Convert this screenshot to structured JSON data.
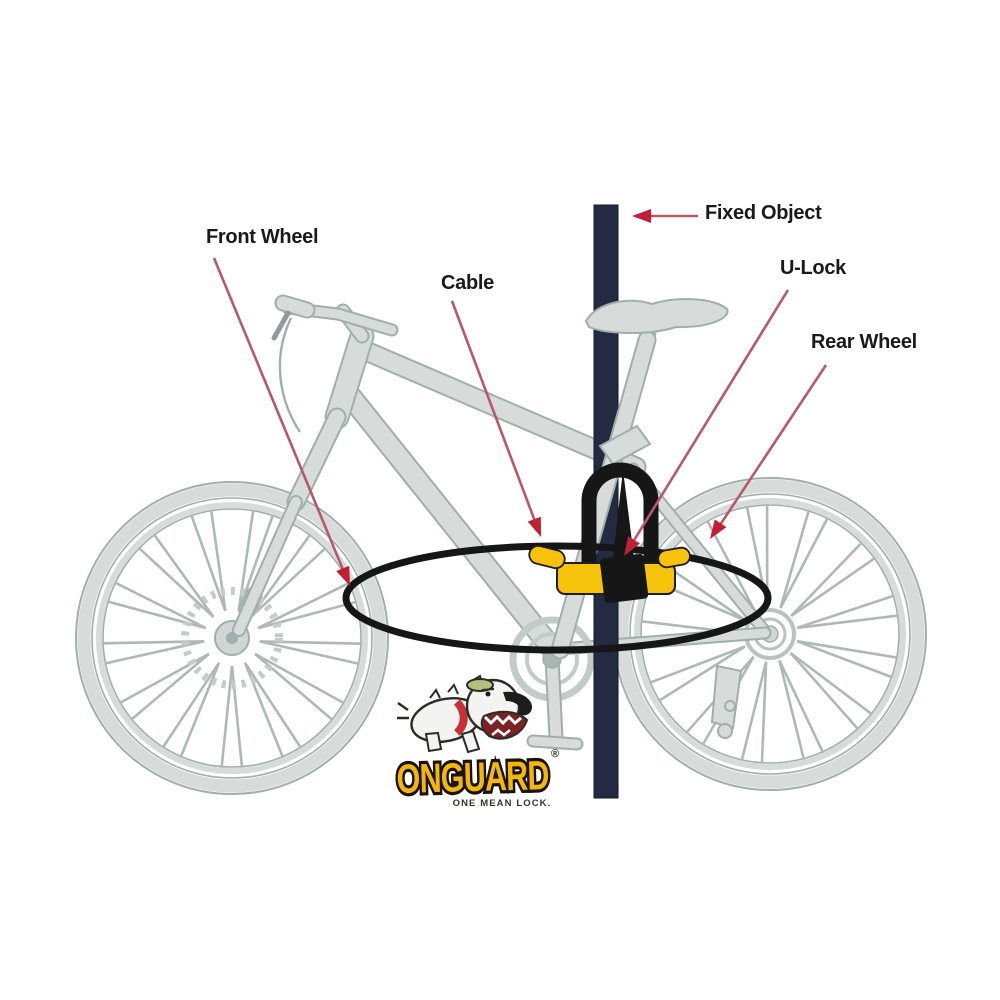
{
  "diagram": {
    "title_context": "Bicycle locking instruction diagram",
    "labels": {
      "front_wheel": "Front Wheel",
      "cable": "Cable",
      "fixed_object": "Fixed Object",
      "u_lock": "U-Lock",
      "rear_wheel": "Rear Wheel"
    },
    "logo": {
      "brand": "ONGUARD",
      "registered": "®",
      "tagline": "ONE MEAN LOCK."
    },
    "colors": {
      "background": "#ffffff",
      "label_text": "#1a1a1a",
      "arrow_line": "#b85868",
      "arrow_head": "#c21f35",
      "bike_fill": "#d7dcda",
      "bike_outline": "#9fafab",
      "pole": "#232a42",
      "lock_yellow": "#f6c20a",
      "cable_black": "#161616",
      "logo_yellow": "#f2b70d",
      "logo_outline": "#1b1206"
    }
  }
}
